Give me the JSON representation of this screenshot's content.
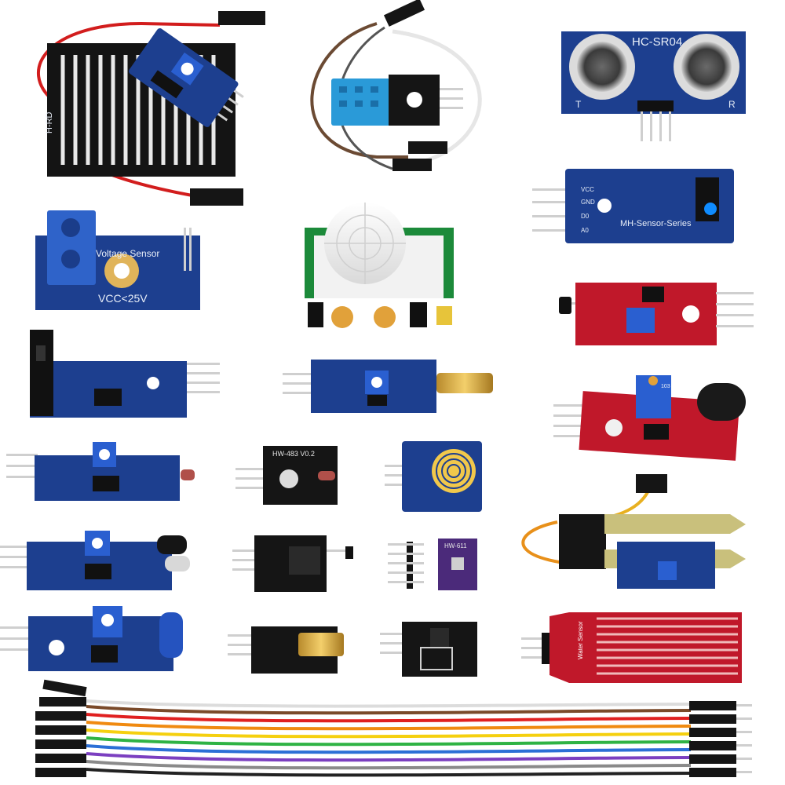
{
  "image": {
    "background": "#ffffff",
    "module_colors": {
      "blue_pcb": "#1d3f8f",
      "dark_blue_pcb": "#17306e",
      "black_pcb": "#151515",
      "red_pcb": "#c0182a",
      "pot_blue": "#2a5fd0",
      "terminal_blue": "#2f63c9"
    }
  },
  "labels": {
    "raindrop_board": "H-RD",
    "ultrasonic_model": "HC-SR04",
    "ultrasonic_t": "T",
    "ultrasonic_r": "R",
    "ir_pins": [
      "VCC",
      "GND",
      "D0",
      "A0"
    ],
    "ir_series": "MH-Sensor-Series",
    "voltage_sensor": "Voltage Sensor",
    "voltage_rating": "VCC<25V",
    "photo_resistor_model": "HW-483 V0.2",
    "water_sensor": "Water Sensor",
    "bmp_module": "HW-611",
    "pot_marking": "103"
  }
}
